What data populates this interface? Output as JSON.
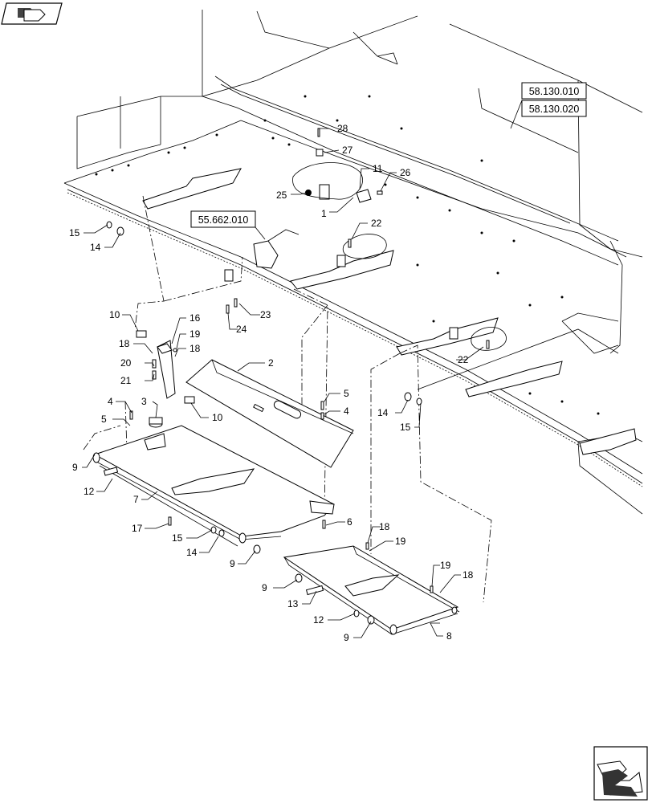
{
  "references": [
    {
      "id": "ref-58-130-010",
      "text": "58.130.010"
    },
    {
      "id": "ref-58-130-020",
      "text": "58.130.020"
    },
    {
      "id": "ref-55-662-010",
      "text": "55.662.010"
    }
  ],
  "callouts": [
    "28",
    "27",
    "11",
    "26",
    "25",
    "1",
    "22",
    "15",
    "14",
    "10",
    "16",
    "19",
    "18",
    "20",
    "21",
    "2",
    "18",
    "5",
    "4",
    "3",
    "4",
    "5",
    "10",
    "9",
    "12",
    "7",
    "17",
    "15",
    "14",
    "9",
    "6",
    "18",
    "19",
    "9",
    "13",
    "12",
    "9",
    "19",
    "18",
    "8",
    "22",
    "14",
    "15",
    "23",
    "24"
  ],
  "icons": {
    "top_left": "previous-page-icon",
    "bottom_right": "next-page-icon"
  }
}
